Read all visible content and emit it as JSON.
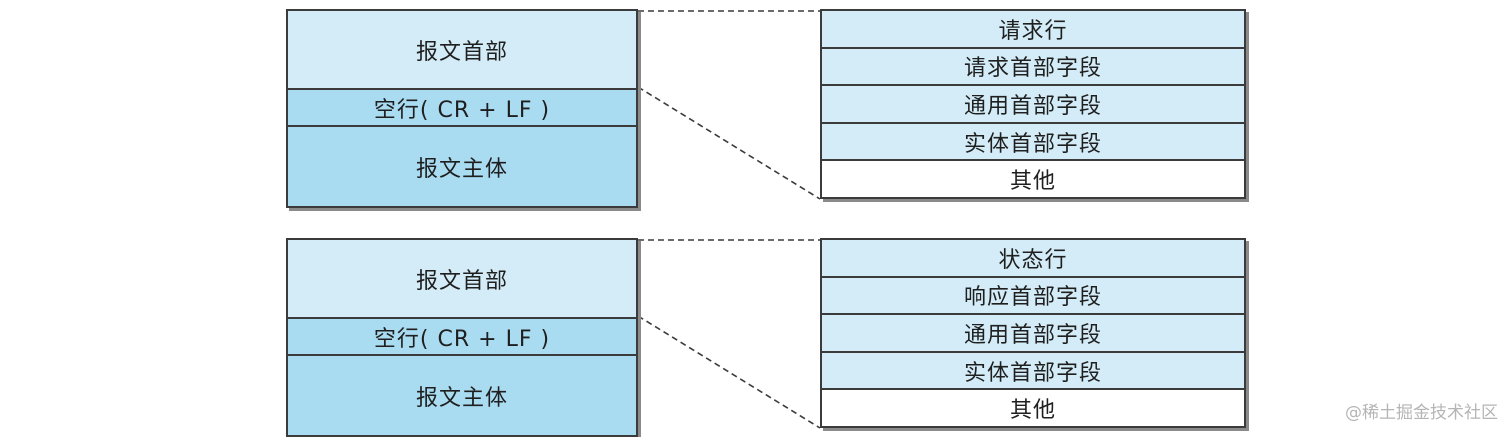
{
  "message_structure": {
    "header_label": "报文首部",
    "blank_line_label": "空行( CR + LF )",
    "body_label": "报文主体"
  },
  "request_header": {
    "rows": [
      {
        "label": "请求行",
        "color": "#d3ecf7"
      },
      {
        "label": "请求首部字段",
        "color": "#d3ecf7"
      },
      {
        "label": "通用首部字段",
        "color": "#d3ecf7"
      },
      {
        "label": "实体首部字段",
        "color": "#d3ecf7"
      },
      {
        "label": "其他",
        "color": "#ffffff"
      }
    ]
  },
  "response_header": {
    "rows": [
      {
        "label": "状态行",
        "color": "#d3ecf7"
      },
      {
        "label": "响应首部字段",
        "color": "#d3ecf7"
      },
      {
        "label": "通用首部字段",
        "color": "#d3ecf7"
      },
      {
        "label": "实体首部字段",
        "color": "#d3ecf7"
      },
      {
        "label": "其他",
        "color": "#ffffff"
      }
    ]
  },
  "colors": {
    "header_fill": "#d3ecf7",
    "blank_and_body_fill": "#a9dbf1",
    "border": "#3b3b3b",
    "shadow": "#8a8a8a"
  },
  "watermark": "@稀土掘金技术社区"
}
